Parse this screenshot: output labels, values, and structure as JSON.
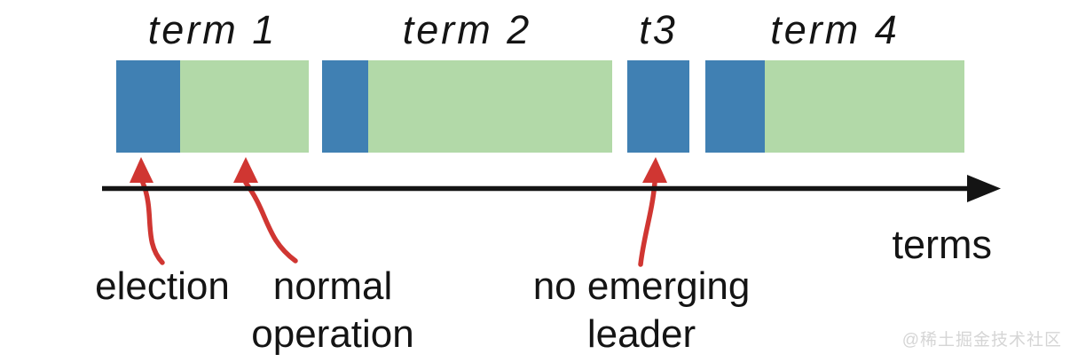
{
  "diagram": {
    "axis_label": "terms",
    "watermark": "@稀土掘金技术社区",
    "terms": [
      {
        "label": "term 1",
        "has_election": true,
        "has_normal_operation": true
      },
      {
        "label": "term 2",
        "has_election": true,
        "has_normal_operation": true
      },
      {
        "label": "t3",
        "has_election": true,
        "has_normal_operation": false
      },
      {
        "label": "term 4",
        "has_election": true,
        "has_normal_operation": true
      }
    ],
    "annotations": [
      {
        "label": "election",
        "lines": [
          "election"
        ]
      },
      {
        "label": "normal operation",
        "lines": [
          "normal",
          "operation"
        ]
      },
      {
        "label": "no emerging leader",
        "lines": [
          "no emerging",
          "leader"
        ]
      }
    ],
    "colors": {
      "election": "#4080b3",
      "normal_operation": "#b2d9a8",
      "annotation_arrow": "#d03632",
      "axis": "#141414",
      "text": "#141414",
      "watermark": "#d5d5d5"
    }
  }
}
